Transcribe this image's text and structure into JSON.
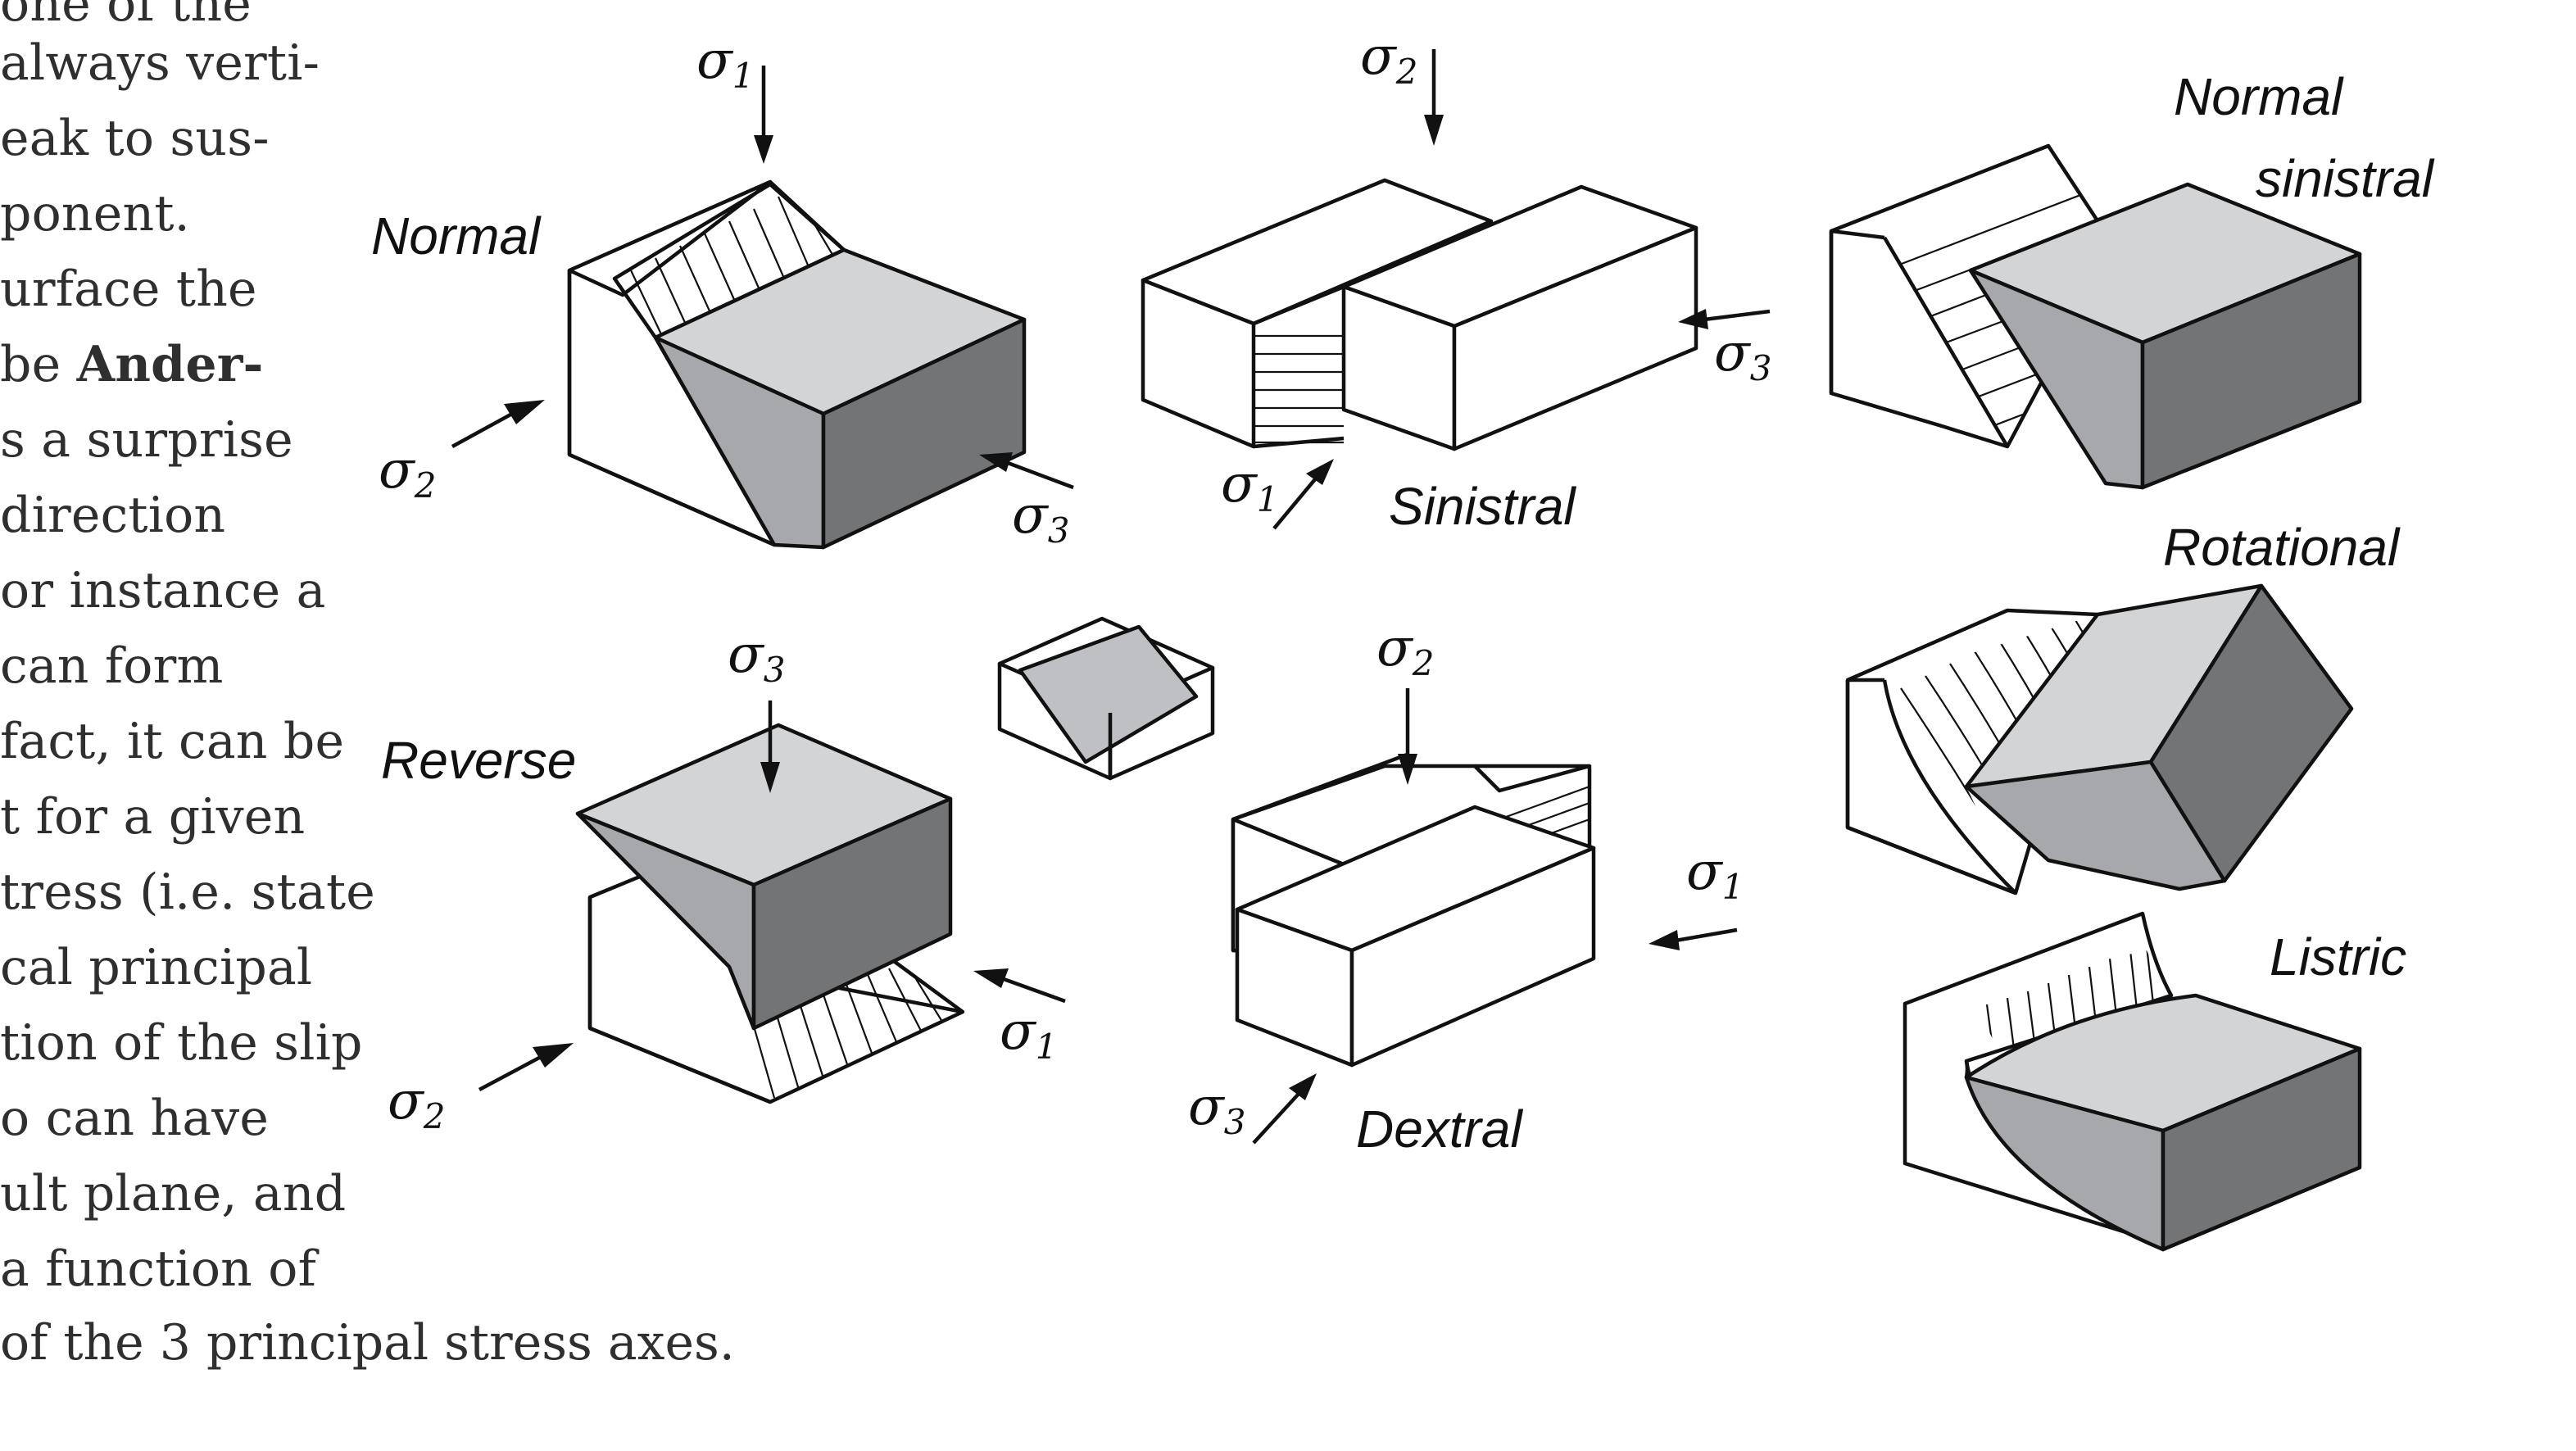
{
  "body_text": {
    "lines": [
      "one of the",
      "always verti-",
      "eak to sus-",
      "ponent.",
      "urface the",
      "be ",
      "s a surprise",
      "direction",
      "or instance a",
      "can form",
      " fact, it can be",
      "t for a given",
      "tress (i.e. state",
      "cal principal",
      "tion of the slip",
      "o can have",
      "ult plane, and",
      " a function of"
    ],
    "bold_fragment": "Ander-",
    "last_line": " of the 3 principal stress axes."
  },
  "figure": {
    "panels": {
      "normal": {
        "title": "Normal",
        "sigma_top": "σ",
        "sigma_top_sub": "1",
        "sigma_left": "σ",
        "sigma_left_sub": "2",
        "sigma_right": "σ",
        "sigma_right_sub": "3"
      },
      "sinistral": {
        "title": "Sinistral",
        "sigma_top": "σ",
        "sigma_top_sub": "2",
        "sigma_right": "σ",
        "sigma_right_sub": "3",
        "sigma_bottom": "σ",
        "sigma_bottom_sub": "1"
      },
      "normal_sinistral": {
        "title_line1": "Normal",
        "title_line2": "sinistral"
      },
      "reverse": {
        "title": "Reverse",
        "sigma_top": "σ",
        "sigma_top_sub": "3",
        "sigma_left": "σ",
        "sigma_left_sub": "2",
        "sigma_right": "σ",
        "sigma_right_sub": "1"
      },
      "dextral": {
        "title": "Dextral",
        "sigma_top": "σ",
        "sigma_top_sub": "2",
        "sigma_right": "σ",
        "sigma_right_sub": "1",
        "sigma_bottom": "σ",
        "sigma_bottom_sub": "3"
      },
      "rotational": {
        "title": "Rotational"
      },
      "listric": {
        "title": "Listric"
      }
    },
    "colors": {
      "light_face": "#d3d4d6",
      "mid_face": "#a7a8ab",
      "dark_face": "#737476",
      "line": "#111111"
    }
  }
}
